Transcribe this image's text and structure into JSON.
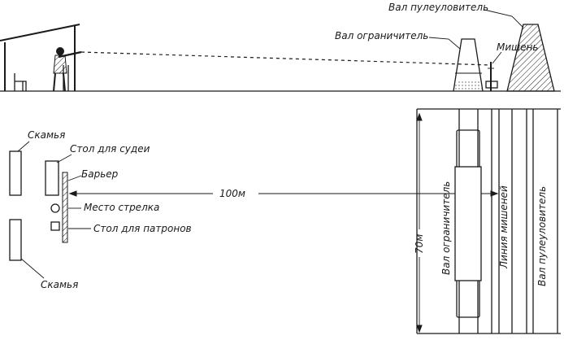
{
  "profile": {
    "label_bullet_catcher_bank": "Вал пулеуловитель",
    "label_limiter_bank": "Вал ограничитель",
    "label_target": "Мишень"
  },
  "plan": {
    "label_bench_top": "Скамья",
    "label_judge_table": "Стол для судеи",
    "label_barrier": "Барьер",
    "label_shooter_place": "Место стрелка",
    "label_cartridge_table": "Стол для патронов",
    "label_bench_bottom": "Скамья",
    "distance_label": "100м",
    "width_label": "70м",
    "label_limiter_bank_vertical": "Вал ограничитель",
    "label_target_line_vertical": "Линия мишеней",
    "label_bullet_catcher_vertical": "Вал пулеуловитель"
  },
  "colors": {
    "ink": "#1a1a1a",
    "paper": "#ffffff"
  }
}
